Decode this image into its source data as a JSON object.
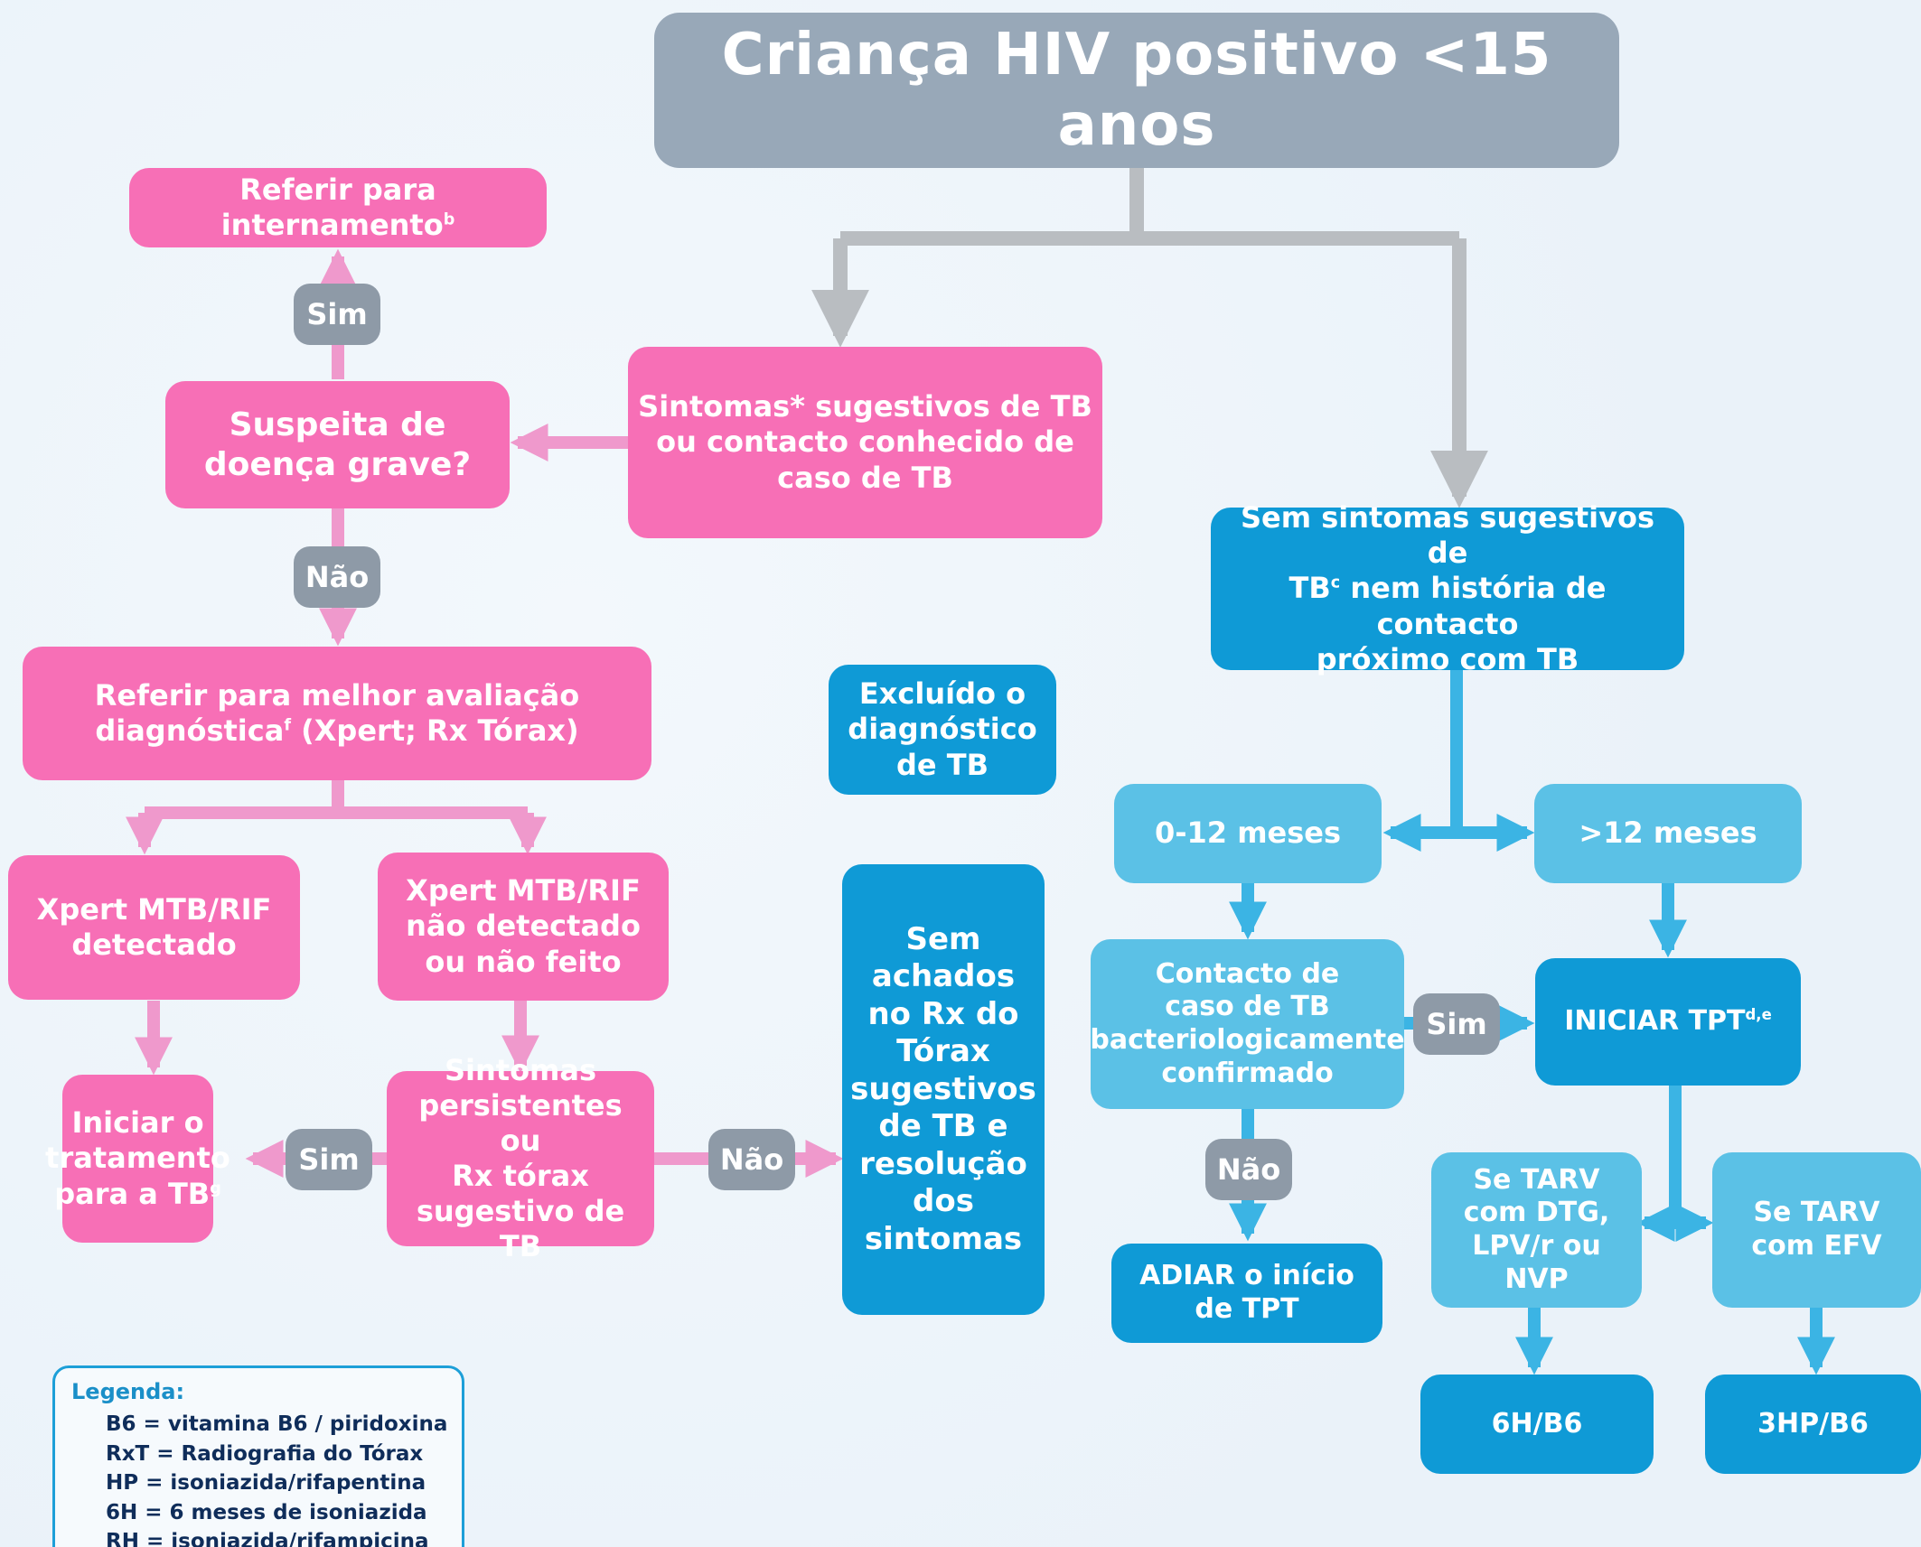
{
  "title": "Criança HIV positivo <15 anos",
  "nodes": {
    "referir_internamento": "Referir para internamento",
    "referir_internamento_sup": "b",
    "suspeita": "Suspeita de\ndoença grave?",
    "sintomas": "Sintomas* sugestivos de TB\nou contacto conhecido de\ncaso de TB",
    "sem_sintomas_pre": "Sem sintomas sugestivos de\nTB",
    "sem_sintomas_sup": "c",
    "sem_sintomas_post": " nem história de contacto\npróximo com TB",
    "referir_melhor_pre": "Referir para melhor avaliação\ndiagnóstica",
    "referir_melhor_sup": "f",
    "referir_melhor_post": " (Xpert; Rx Tórax)",
    "excluido": "Excluído o\ndiagnóstico\nde TB",
    "xpert_detectado": "Xpert MTB/RIF\ndetectado",
    "xpert_nao": "Xpert MTB/RIF\nnão detectado\nou não feito",
    "iniciar_tratamento": "Iniciar o\ntratamento\npara a TB",
    "iniciar_tratamento_sup": "g",
    "sintomas_persistentes": "Sintomas\npersistentes ou\nRx tórax\nsugestivo de TB",
    "sem_achados": "Sem\nachados\nno Rx do\nTórax\nsugestivos\nde TB e\nresolução\ndos\nsintomas",
    "meses_0_12": "0-12 meses",
    "meses_12": ">12 meses",
    "contacto_caso": "Contacto de\ncaso de TB\nbacteriologicamente\nconfirmado",
    "iniciar_tpt": "INICIAR TPT",
    "iniciar_tpt_sup": "d,e",
    "adiar": "ADIAR o início\nde TPT",
    "tarv_dtg": "Se TARV\ncom DTG,\nLPV/r ou\nNVP",
    "tarv_efv": "Se TARV\ncom EFV",
    "regimen_6h": "6H/B6",
    "regimen_3hp": "3HP/B6"
  },
  "labels": {
    "sim": "Sim",
    "nao": "Não"
  },
  "legend": {
    "title": "Legenda:",
    "items": [
      "B6 = vitamina B6 / piridoxina",
      "RxT = Radiografia do Tórax",
      "HP = isoniazida/rifapentina",
      "6H = 6 meses de isoniazida",
      "RH = isoniazida/rifampicina"
    ]
  },
  "colors": {
    "title_grey": "#98a8b8",
    "pink": "#f76fb6",
    "pink_connector": "#ef99cc",
    "blue": "#0f9ad6",
    "light_blue": "#5bc1e6",
    "grey_connector": "#b9bdc1",
    "label_grey": "#8e9aa7"
  }
}
